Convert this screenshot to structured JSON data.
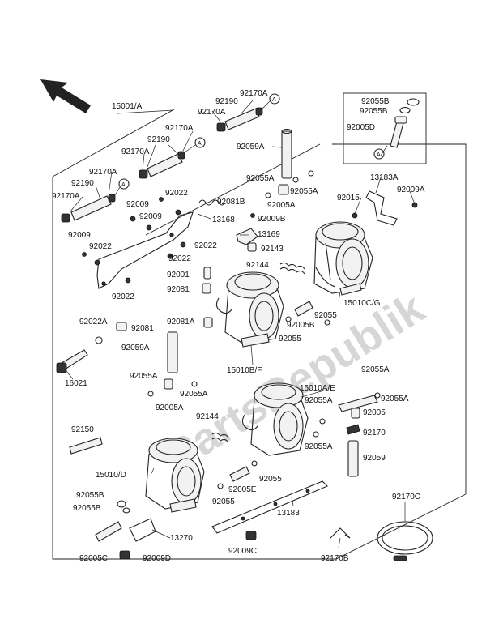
{
  "watermark": "PartsRepublik",
  "callout_letter": "A",
  "labels": {
    "l15001A": "15001/A",
    "l92170A_1": "92170A",
    "l92190_1": "92190",
    "l92170A_2": "92170A",
    "l92170A_3": "92170A",
    "l92190_2": "92190",
    "l92170A_4": "92170A",
    "l92170A_5": "92170A",
    "l92190_3": "92190",
    "l92170A_6": "92170A",
    "l92059A_top": "92059A",
    "l92055A_1": "92055A",
    "l92055A_2": "92055A",
    "l92005A_1": "92005A",
    "l92055B_1": "92055B",
    "l92055B_2": "92055B",
    "l92005D": "92005D",
    "l13183A": "13183A",
    "l92009A_1": "92009A",
    "l92015": "92015",
    "l92009_1": "92009",
    "l92022_1": "92022",
    "l92009_2": "92009",
    "l92081B": "92081B",
    "l13168": "13168",
    "l92009B": "92009B",
    "l13169": "13169",
    "l92143": "92143",
    "l92009_3": "92009",
    "l92022_2": "92022",
    "l92022_3": "92022",
    "l92022_4": "92022",
    "l92022_5": "92022",
    "l92144_1": "92144",
    "l92001": "92001",
    "l92081_1": "92081",
    "l15010CG": "15010C/G",
    "l92055_1": "92055",
    "l92005B": "92005B",
    "l92055_2": "92055",
    "l92022A": "92022A",
    "l92081_2": "92081",
    "l92081A": "92081A",
    "l92059A_mid": "92059A",
    "l16021": "16021",
    "l15010BF": "15010B/F",
    "l92055A_3": "92055A",
    "l92055A_4": "92055A",
    "l92005A_2": "92005A",
    "l92055A_5": "92055A",
    "l92055A_6": "92055A",
    "l15010AE": "15010A/E",
    "l92055A_7": "92055A",
    "l92005": "92005",
    "l92144_2": "92144",
    "l92170": "92170",
    "l92055A_8": "92055A",
    "l92150": "92150",
    "l92059": "92059",
    "l15010D": "15010/D",
    "l92055_3": "92055",
    "l92005E": "92005E",
    "l92055B_3": "92055B",
    "l92055B_4": "92055B",
    "l92055_4": "92055",
    "l13183": "13183",
    "l92170C": "92170C",
    "l13270": "13270",
    "l92009C": "92009C",
    "l92005C": "92005C",
    "l92009D": "92009D",
    "l92170B": "92170B"
  }
}
